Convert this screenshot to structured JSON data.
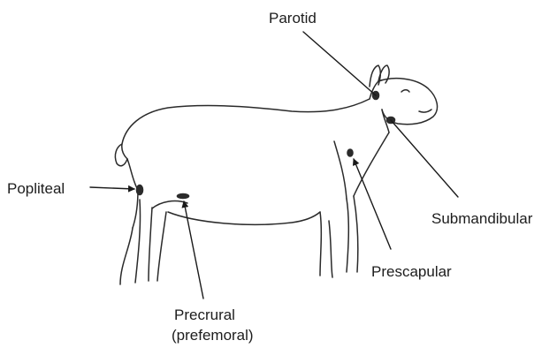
{
  "figure": {
    "labels": {
      "parotid": "Parotid",
      "popliteal": "Popliteal",
      "submandibular": "Submandibular",
      "prescapular": "Prescapular",
      "precrural_line1": "Precrural",
      "precrural_line2": "(prefemoral)"
    }
  }
}
